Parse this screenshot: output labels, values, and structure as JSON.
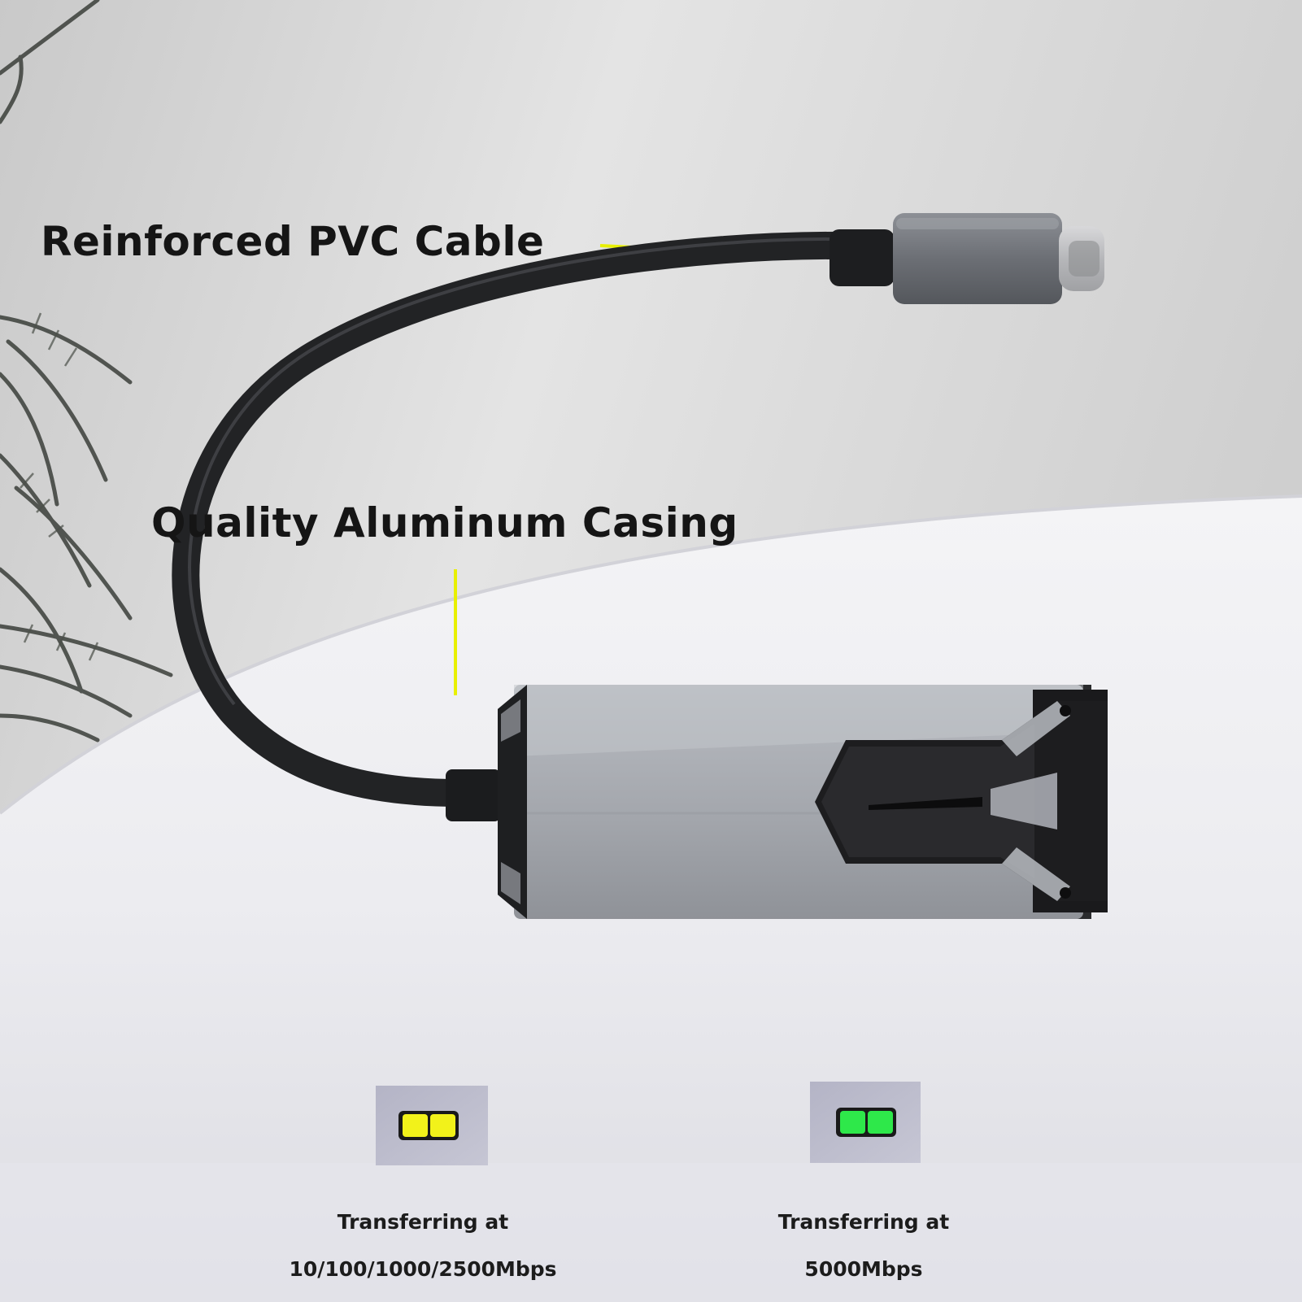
{
  "callouts": {
    "cable": "Reinforced PVC Cable",
    "casing": "Quality Aluminum Casing"
  },
  "indicators": [
    {
      "line1": "Transferring at",
      "line2": "10/100/1000/2500Mbps",
      "led_color": "#f2f21a"
    },
    {
      "line1": "Transferring at",
      "line2": "5000Mbps",
      "led_color": "#2ee84a"
    }
  ],
  "colors": {
    "accent_line": "#e8f000",
    "casing": "#a7aab0",
    "cable": "#222325"
  }
}
